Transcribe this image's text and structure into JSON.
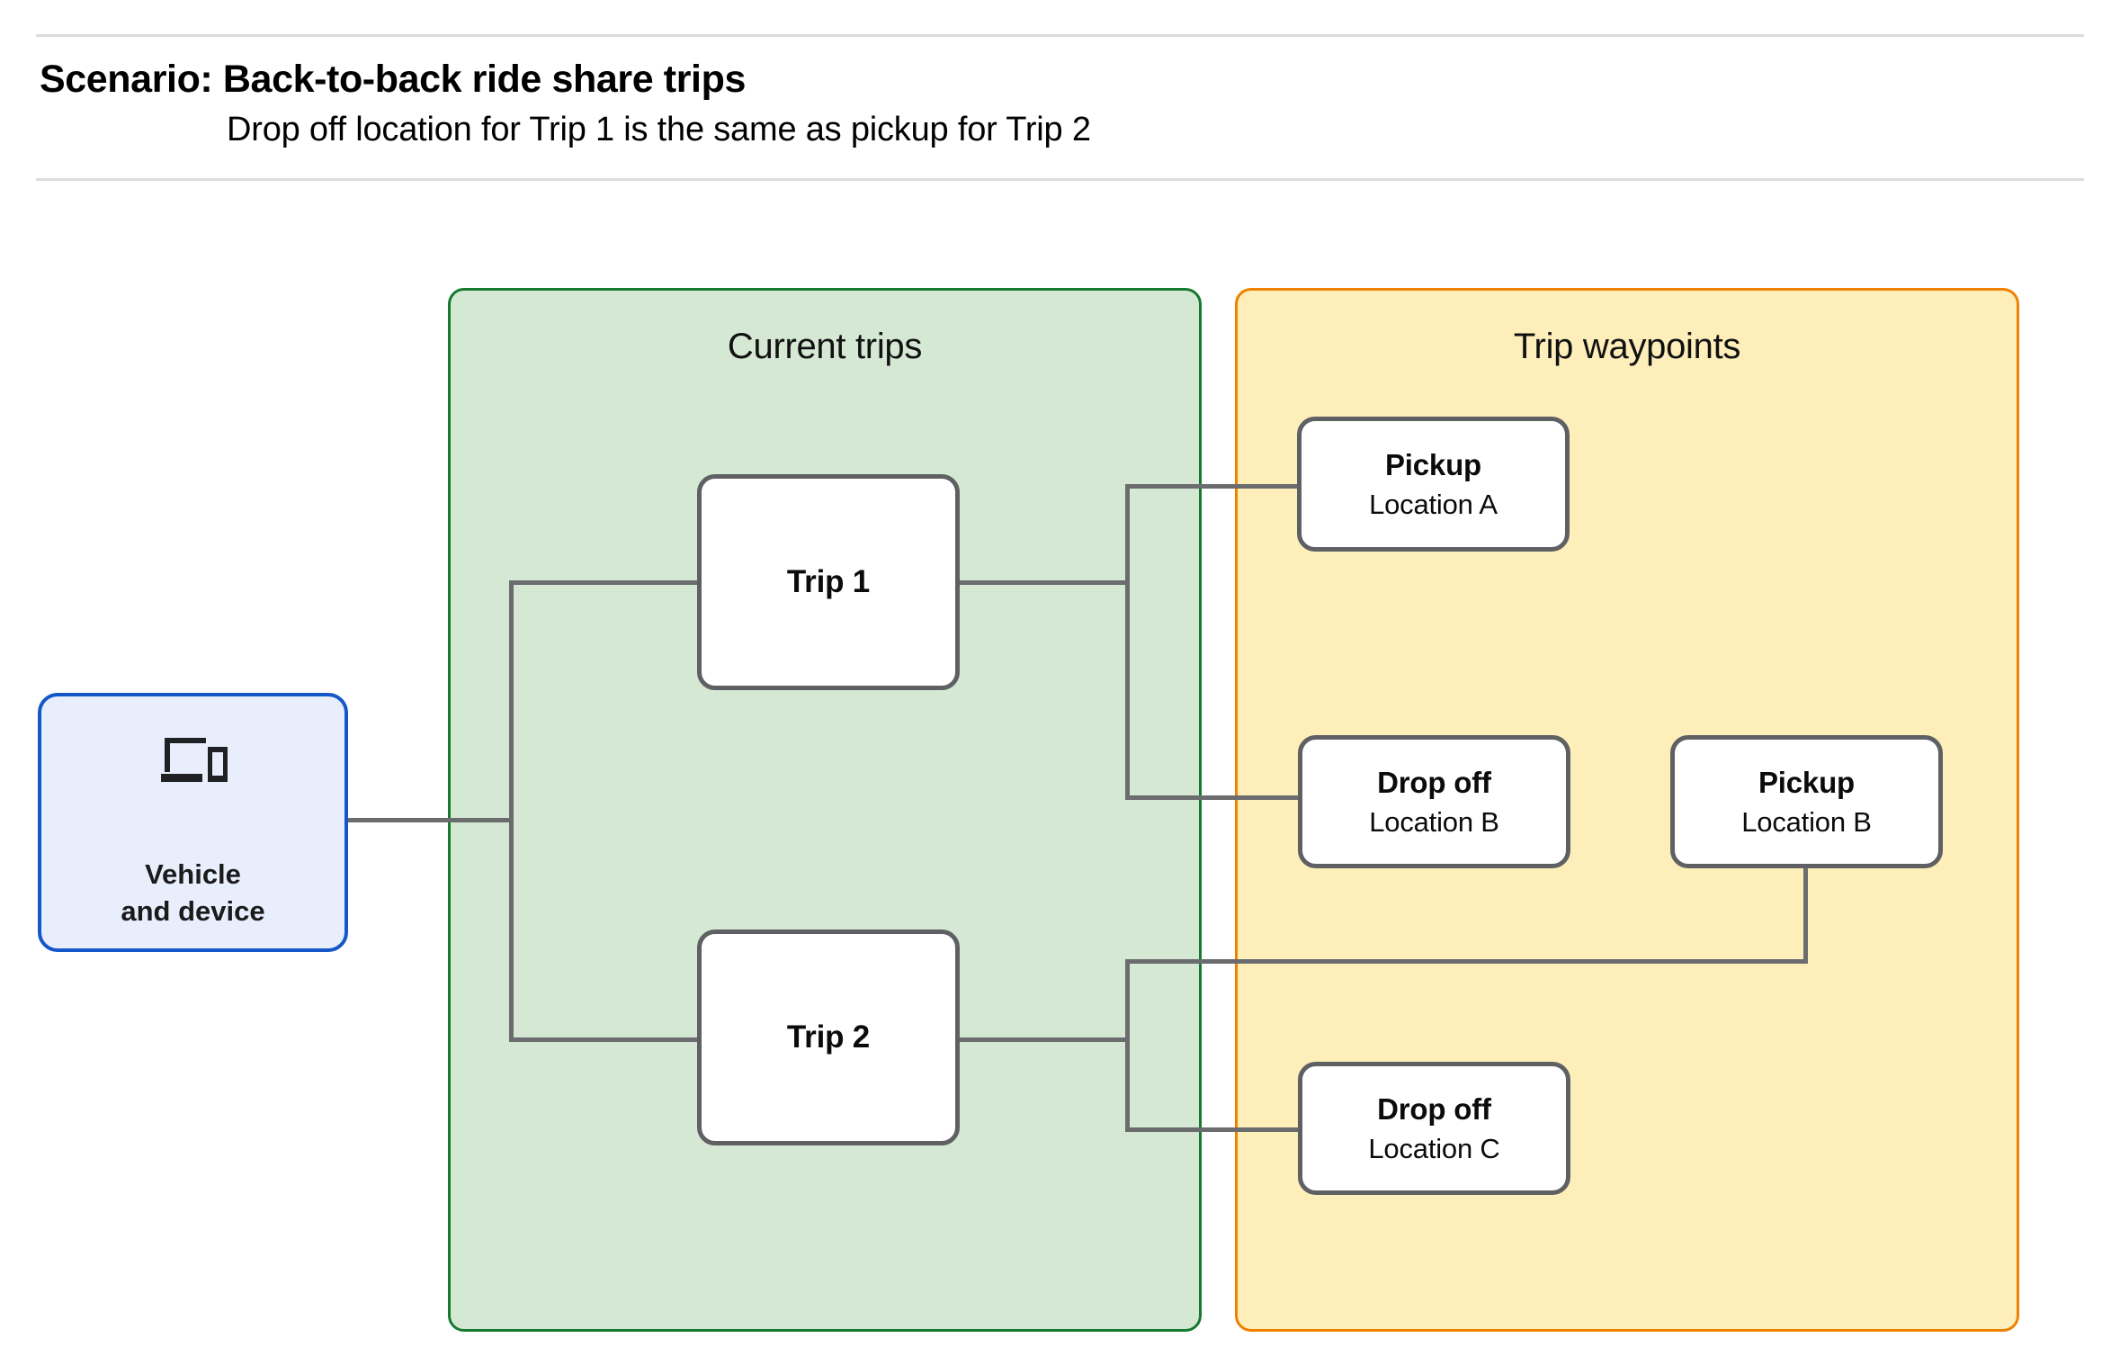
{
  "header": {
    "title": "Scenario: Back-to-back ride share trips",
    "subtitle": "Drop off  location for Trip 1 is the same as pickup for Trip 2"
  },
  "groups": {
    "current_trips": {
      "label": "Current trips",
      "fill": "#d4e8d4",
      "stroke": "#15792f"
    },
    "trip_waypoints": {
      "label": "Trip waypoints",
      "fill": "#fdeeba",
      "stroke": "#f08000"
    }
  },
  "vehicle": {
    "icon": "devices-icon",
    "line1": "Vehicle",
    "line2": "and device",
    "fill": "#e8eefc",
    "stroke": "#1457c8"
  },
  "trips": [
    {
      "label": "Trip 1"
    },
    {
      "label": "Trip 2"
    }
  ],
  "waypoints": [
    {
      "title": "Pickup",
      "sub": "Location A"
    },
    {
      "title": "Drop off",
      "sub": "Location B"
    },
    {
      "title": "Pickup",
      "sub": "Location B"
    },
    {
      "title": "Drop off",
      "sub": "Location C"
    }
  ],
  "connector_color": "#6b6c6e"
}
